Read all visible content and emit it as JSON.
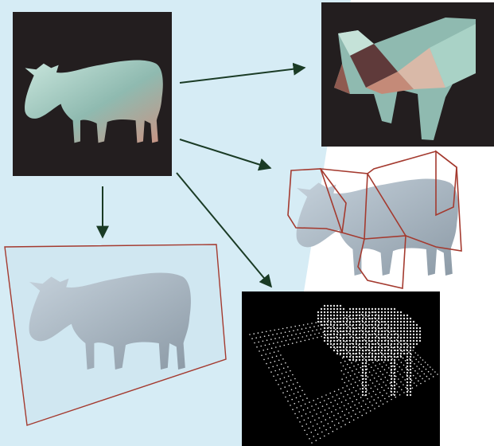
{
  "colors": {
    "background_region": "#d6ecf5",
    "page": "#ffffff",
    "panel_dark": "#231e1f",
    "arrow": "#1a3b25",
    "outline_red": "#a43a2f",
    "cow_gray": "#a8b6c2",
    "cow_teal": "#9fc9bd",
    "cow_pink": "#c58f80",
    "point_white": "#e6e6e6"
  },
  "panels": [
    {
      "name": "source-mesh-panel",
      "style": "smooth shaded cow"
    },
    {
      "name": "simplified-mesh-panel",
      "style": "low-poly shaded cow"
    },
    {
      "name": "bounding-hull-panel",
      "style": "cow with red convex pieces"
    },
    {
      "name": "projection-panel",
      "style": "cow in red planar frame"
    },
    {
      "name": "voxel-panel",
      "style": "point grid cow"
    }
  ],
  "arrows": [
    {
      "from": "source-mesh-panel",
      "to": "simplified-mesh-panel"
    },
    {
      "from": "source-mesh-panel",
      "to": "bounding-hull-panel"
    },
    {
      "from": "source-mesh-panel",
      "to": "voxel-panel"
    },
    {
      "from": "source-mesh-panel",
      "to": "projection-panel"
    }
  ]
}
